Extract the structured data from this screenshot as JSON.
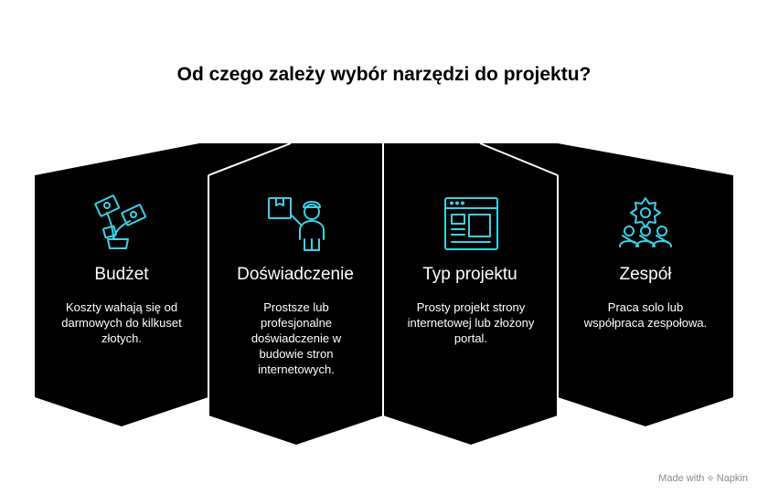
{
  "title": "Od czego zależy wybór narzędzi do projektu?",
  "cards": [
    {
      "title": "Budżet",
      "desc": "Koszty wahają się od darmowych do kilkuset złotych.",
      "icon": "money-plant-icon"
    },
    {
      "title": "Doświadczenie",
      "desc": "Prostsze lub profesjonalne doświadczenie w budowie stron internetowych.",
      "icon": "worker-box-icon"
    },
    {
      "title": "Typ projektu",
      "desc": "Prosty projekt strony internetowej lub złożony portal.",
      "icon": "browser-layout-icon"
    },
    {
      "title": "Zespół",
      "desc": "Praca solo lub współpraca zespołowa.",
      "icon": "team-gear-icon"
    }
  ],
  "footer": "Made with ⟡ Napkin",
  "colors": {
    "card": "#000000",
    "divider": "#ffffff",
    "icon": "#3ad1e6",
    "text": "#ffffff"
  }
}
